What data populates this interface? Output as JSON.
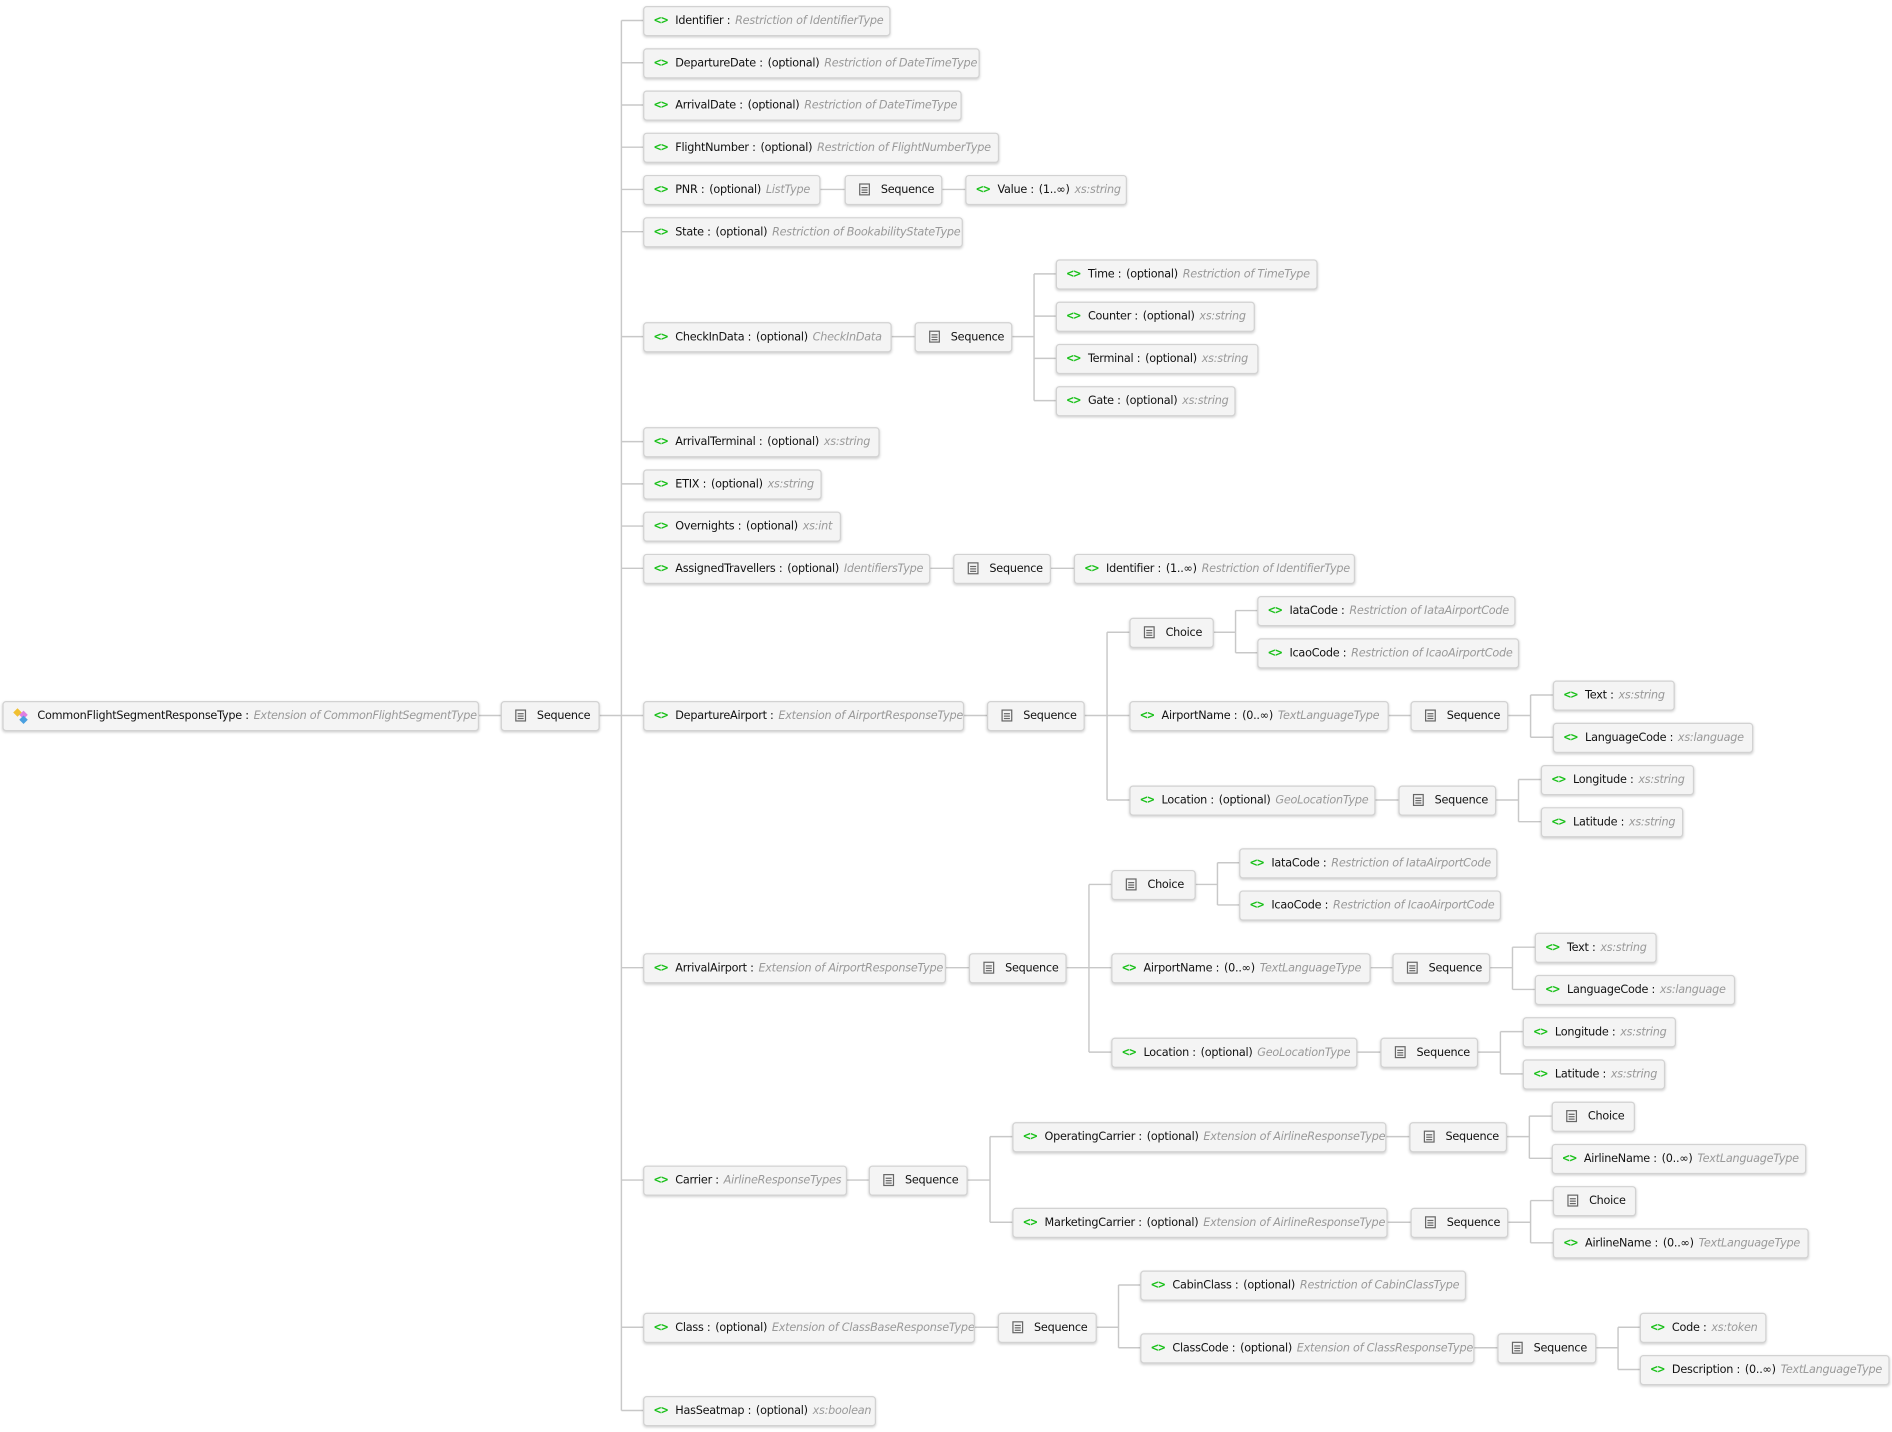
{
  "colors": {
    "element_icon": "#18c018",
    "type_text": "#999999",
    "node_bg": "#f4f4f4",
    "wire": "#c8c8c8"
  },
  "tree": {
    "kind": "root",
    "name": "CommonFlightSegmentResponseType",
    "type": "Extension of  CommonFlightSegmentType",
    "children": [
      {
        "kind": "sequence",
        "label": "Sequence",
        "children": [
          {
            "kind": "element",
            "name": "Identifier",
            "type": "Restriction of IdentifierType"
          },
          {
            "kind": "element",
            "name": "DepartureDate",
            "occurs": "(optional)",
            "type": "Restriction of DateTimeType"
          },
          {
            "kind": "element",
            "name": "ArrivalDate",
            "occurs": "(optional)",
            "type": "Restriction of DateTimeType"
          },
          {
            "kind": "element",
            "name": "FlightNumber",
            "occurs": "(optional)",
            "type": "Restriction of FlightNumberType"
          },
          {
            "kind": "element",
            "name": "PNR",
            "occurs": "(optional)",
            "type": "ListType",
            "children": [
              {
                "kind": "sequence",
                "label": "Sequence",
                "children": [
                  {
                    "kind": "element",
                    "name": "Value",
                    "occurs": "(1..∞)",
                    "type": "xs:string"
                  }
                ]
              }
            ]
          },
          {
            "kind": "element",
            "name": "State",
            "occurs": "(optional)",
            "type": "Restriction of BookabilityStateType"
          },
          {
            "kind": "element",
            "name": "CheckInData",
            "occurs": "(optional)",
            "type": "CheckInData",
            "children": [
              {
                "kind": "sequence",
                "label": "Sequence",
                "children": [
                  {
                    "kind": "element",
                    "name": "Time",
                    "occurs": "(optional)",
                    "type": "Restriction of TimeType"
                  },
                  {
                    "kind": "element",
                    "name": "Counter",
                    "occurs": "(optional)",
                    "type": "xs:string"
                  },
                  {
                    "kind": "element",
                    "name": "Terminal",
                    "occurs": "(optional)",
                    "type": "xs:string"
                  },
                  {
                    "kind": "element",
                    "name": "Gate",
                    "occurs": "(optional)",
                    "type": "xs:string"
                  }
                ]
              }
            ]
          },
          {
            "kind": "element",
            "name": "ArrivalTerminal",
            "occurs": "(optional)",
            "type": "xs:string"
          },
          {
            "kind": "element",
            "name": "ETIX",
            "occurs": "(optional)",
            "type": "xs:string"
          },
          {
            "kind": "element",
            "name": "Overnights",
            "occurs": "(optional)",
            "type": "xs:int"
          },
          {
            "kind": "element",
            "name": "AssignedTravellers",
            "occurs": "(optional)",
            "type": "IdentifiersType",
            "children": [
              {
                "kind": "sequence",
                "label": "Sequence",
                "children": [
                  {
                    "kind": "element",
                    "name": "Identifier",
                    "occurs": "(1..∞)",
                    "type": "Restriction of IdentifierType"
                  }
                ]
              }
            ]
          },
          {
            "kind": "element",
            "name": "DepartureAirport",
            "type": "Extension of AirportResponseType",
            "children": [
              {
                "kind": "sequence",
                "label": "Sequence",
                "children": [
                  {
                    "kind": "choice",
                    "label": "Choice",
                    "children": [
                      {
                        "kind": "element",
                        "name": "IataCode",
                        "type": "Restriction of IataAirportCode"
                      },
                      {
                        "kind": "element",
                        "name": "IcaoCode",
                        "type": "Restriction of IcaoAirportCode"
                      }
                    ]
                  },
                  {
                    "kind": "element",
                    "name": "AirportName",
                    "occurs": "(0..∞)",
                    "type": "TextLanguageType",
                    "children": [
                      {
                        "kind": "sequence",
                        "label": "Sequence",
                        "children": [
                          {
                            "kind": "element",
                            "name": "Text",
                            "type": "xs:string"
                          },
                          {
                            "kind": "element",
                            "name": "LanguageCode",
                            "type": "xs:language"
                          }
                        ]
                      }
                    ]
                  },
                  {
                    "kind": "element",
                    "name": "Location",
                    "occurs": "(optional)",
                    "type": "GeoLocationType",
                    "children": [
                      {
                        "kind": "sequence",
                        "label": "Sequence",
                        "children": [
                          {
                            "kind": "element",
                            "name": "Longitude",
                            "type": "xs:string"
                          },
                          {
                            "kind": "element",
                            "name": "Latitude",
                            "type": "xs:string"
                          }
                        ]
                      }
                    ]
                  }
                ]
              }
            ]
          },
          {
            "kind": "element",
            "name": "ArrivalAirport",
            "type": "Extension of AirportResponseType",
            "children": [
              {
                "kind": "sequence",
                "label": "Sequence",
                "children": [
                  {
                    "kind": "choice",
                    "label": "Choice",
                    "children": [
                      {
                        "kind": "element",
                        "name": "IataCode",
                        "type": "Restriction of IataAirportCode"
                      },
                      {
                        "kind": "element",
                        "name": "IcaoCode",
                        "type": "Restriction of IcaoAirportCode"
                      }
                    ]
                  },
                  {
                    "kind": "element",
                    "name": "AirportName",
                    "occurs": "(0..∞)",
                    "type": "TextLanguageType",
                    "children": [
                      {
                        "kind": "sequence",
                        "label": "Sequence",
                        "children": [
                          {
                            "kind": "element",
                            "name": "Text",
                            "type": "xs:string"
                          },
                          {
                            "kind": "element",
                            "name": "LanguageCode",
                            "type": "xs:language"
                          }
                        ]
                      }
                    ]
                  },
                  {
                    "kind": "element",
                    "name": "Location",
                    "occurs": "(optional)",
                    "type": "GeoLocationType",
                    "children": [
                      {
                        "kind": "sequence",
                        "label": "Sequence",
                        "children": [
                          {
                            "kind": "element",
                            "name": "Longitude",
                            "type": "xs:string"
                          },
                          {
                            "kind": "element",
                            "name": "Latitude",
                            "type": "xs:string"
                          }
                        ]
                      }
                    ]
                  }
                ]
              }
            ]
          },
          {
            "kind": "element",
            "name": "Carrier",
            "type": "AirlineResponseTypes",
            "children": [
              {
                "kind": "sequence",
                "label": "Sequence",
                "children": [
                  {
                    "kind": "element",
                    "name": "OperatingCarrier",
                    "occurs": "(optional)",
                    "type": "Extension of AirlineResponseType",
                    "children": [
                      {
                        "kind": "sequence",
                        "label": "Sequence",
                        "children": [
                          {
                            "kind": "choice",
                            "label": "Choice"
                          },
                          {
                            "kind": "element",
                            "name": "AirlineName",
                            "occurs": "(0..∞)",
                            "type": "TextLanguageType"
                          }
                        ]
                      }
                    ]
                  },
                  {
                    "kind": "element",
                    "name": "MarketingCarrier",
                    "occurs": "(optional)",
                    "type": "Extension of AirlineResponseType",
                    "children": [
                      {
                        "kind": "sequence",
                        "label": "Sequence",
                        "children": [
                          {
                            "kind": "choice",
                            "label": "Choice"
                          },
                          {
                            "kind": "element",
                            "name": "AirlineName",
                            "occurs": "(0..∞)",
                            "type": "TextLanguageType"
                          }
                        ]
                      }
                    ]
                  }
                ]
              }
            ]
          },
          {
            "kind": "element",
            "name": "Class",
            "occurs": "(optional)",
            "type": "Extension of ClassBaseResponseType",
            "children": [
              {
                "kind": "sequence",
                "label": "Sequence",
                "children": [
                  {
                    "kind": "element",
                    "name": "CabinClass",
                    "occurs": "(optional)",
                    "type": "Restriction of CabinClassType"
                  },
                  {
                    "kind": "element",
                    "name": "ClassCode",
                    "occurs": "(optional)",
                    "type": "Extension of ClassResponseType",
                    "children": [
                      {
                        "kind": "sequence",
                        "label": "Sequence",
                        "children": [
                          {
                            "kind": "element",
                            "name": "Code",
                            "type": "xs:token"
                          },
                          {
                            "kind": "element",
                            "name": "Description",
                            "occurs": "(0..∞)",
                            "type": "TextLanguageType"
                          }
                        ]
                      }
                    ]
                  }
                ]
              }
            ]
          },
          {
            "kind": "element",
            "name": "HasSeatmap",
            "occurs": "(optional)",
            "type": "xs:boolean"
          }
        ]
      }
    ]
  }
}
